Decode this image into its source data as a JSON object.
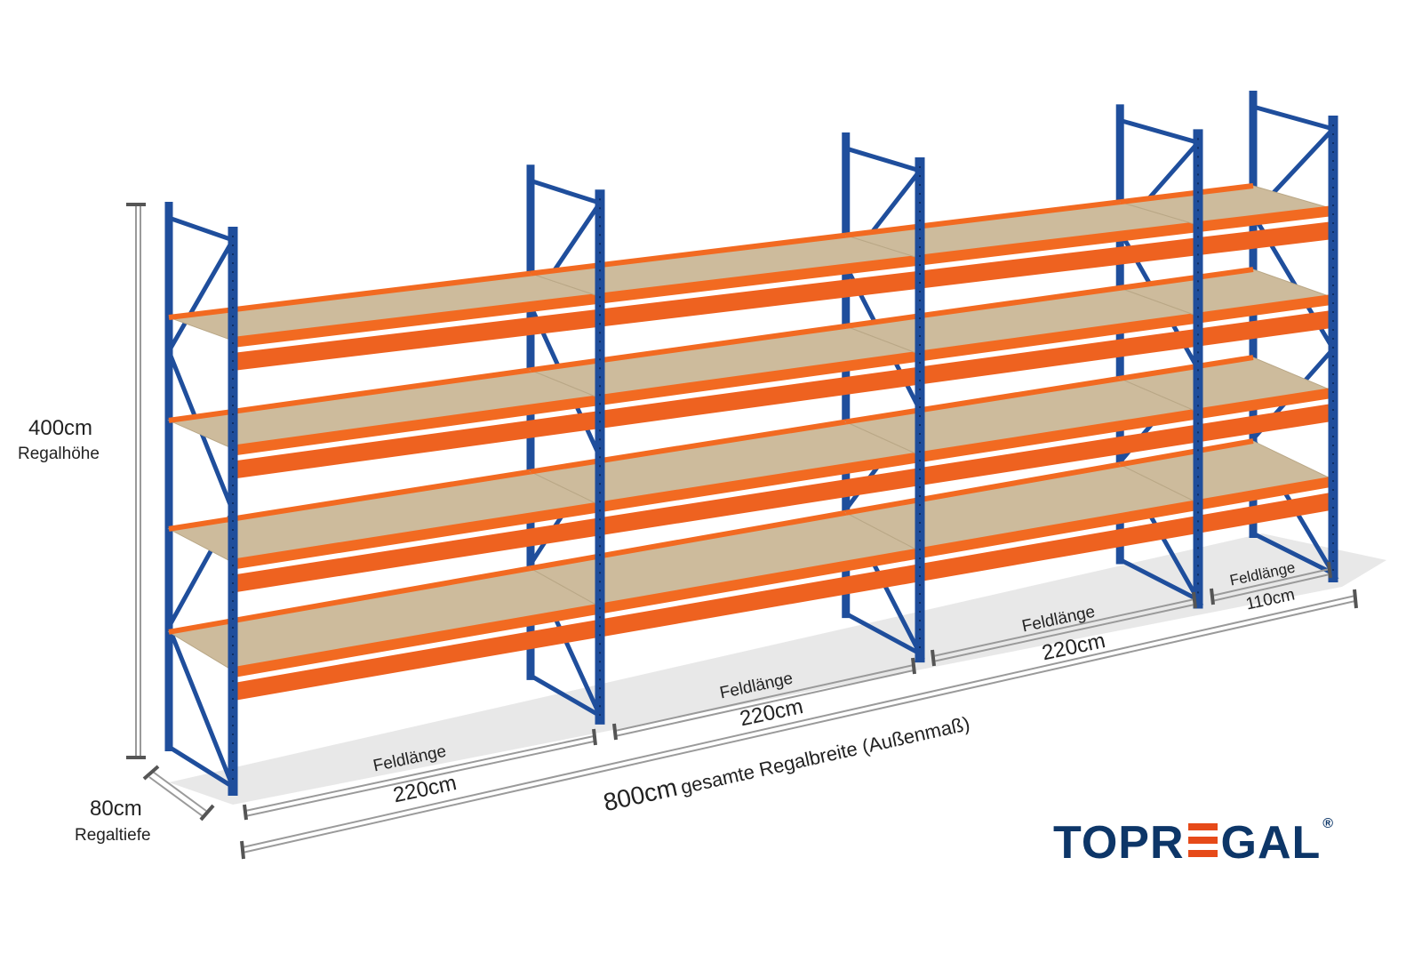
{
  "dimensions": {
    "height": {
      "value": "400cm",
      "label": "Regalhöhe"
    },
    "depth": {
      "value": "80cm",
      "label": "Regaltiefe"
    },
    "total_width": {
      "value": "800cm",
      "label": "gesamte Regalbreite (Außenmaß)"
    },
    "bays": [
      {
        "label": "Feldlänge",
        "value": "220cm"
      },
      {
        "label": "Feldlänge",
        "value": "220cm"
      },
      {
        "label": "Feldlänge",
        "value": "220cm"
      },
      {
        "label": "Feldlänge",
        "value": "110cm"
      }
    ],
    "levels": 4
  },
  "logo": {
    "text": "TOPREGAL",
    "part1": "TOPR",
    "part2": "GAL",
    "mark": "®"
  },
  "colors": {
    "frame": "#1f4e9c",
    "beam": "#f26a21",
    "panel": "#cdbb9c",
    "logo_blue": "#0d3668",
    "logo_red": "#e64a19"
  }
}
